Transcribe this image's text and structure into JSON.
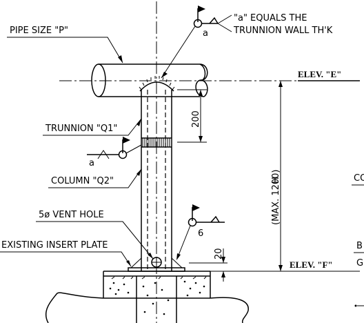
{
  "labels": {
    "pipe_size": "PIPE SIZE \"P\"",
    "weld_note_line1": "\"a\" EQUALS THE",
    "weld_note_line2": "TRUNNION WALL TH'K",
    "weld_symbol_a_top": "a",
    "weld_symbol_a_mid": "a",
    "elev_e": "ELEV. \"E\"",
    "trunnion": "TRUNNION \"Q1\"",
    "dim_200": "200",
    "column": "COLUMN \"Q2\"",
    "dim_h": "H",
    "dim_max": "(MAX. 1200)",
    "vent_hole": "5ø VENT HOLE",
    "weld_symbol_6": "6",
    "existing_insert_plate": "EXISTING INSERT PLATE",
    "dim_20": "20",
    "elev_f": "ELEV. \"F\"",
    "cut_co": "CO",
    "cut_b": "B",
    "cut_g": "G"
  }
}
